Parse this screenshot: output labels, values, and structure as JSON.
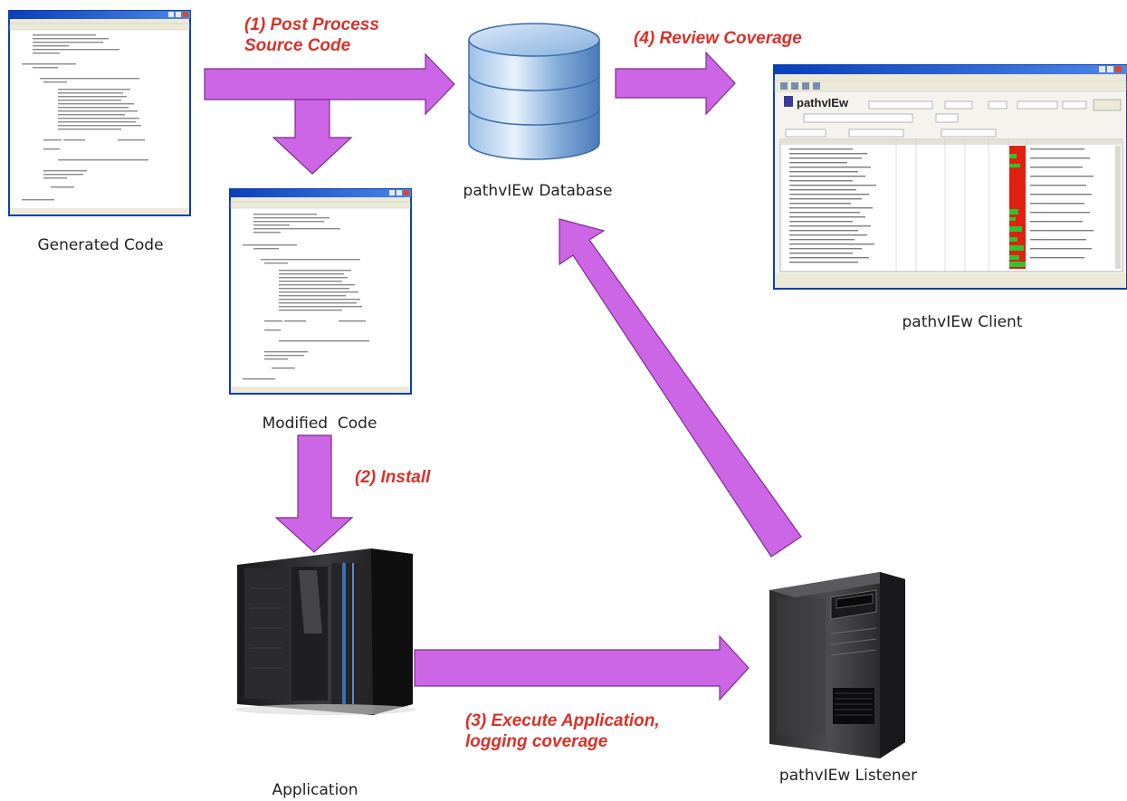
{
  "labels": {
    "generated_code": "Generated Code",
    "modified_code": "Modified  Code",
    "database": "pathvIEw Database",
    "client": "pathvIEw Client",
    "application": "Application",
    "listener": "pathvIEw Listener"
  },
  "steps": {
    "post_process_line1": "(1) Post Process",
    "post_process_line2": "Source Code",
    "install": "(2) Install",
    "execute_line1": "(3) Execute Application,",
    "execute_line2": "logging coverage",
    "review": "(4) Review Coverage"
  },
  "client_window": {
    "logo_text": "pathvIEw"
  },
  "colors": {
    "arrow_fill": "#cc66e6",
    "arrow_stroke": "#7b2f8c",
    "step_text": "#d8322a",
    "db_blue": "#5d8ec5",
    "window_titlebar": "#2a5bd7"
  }
}
